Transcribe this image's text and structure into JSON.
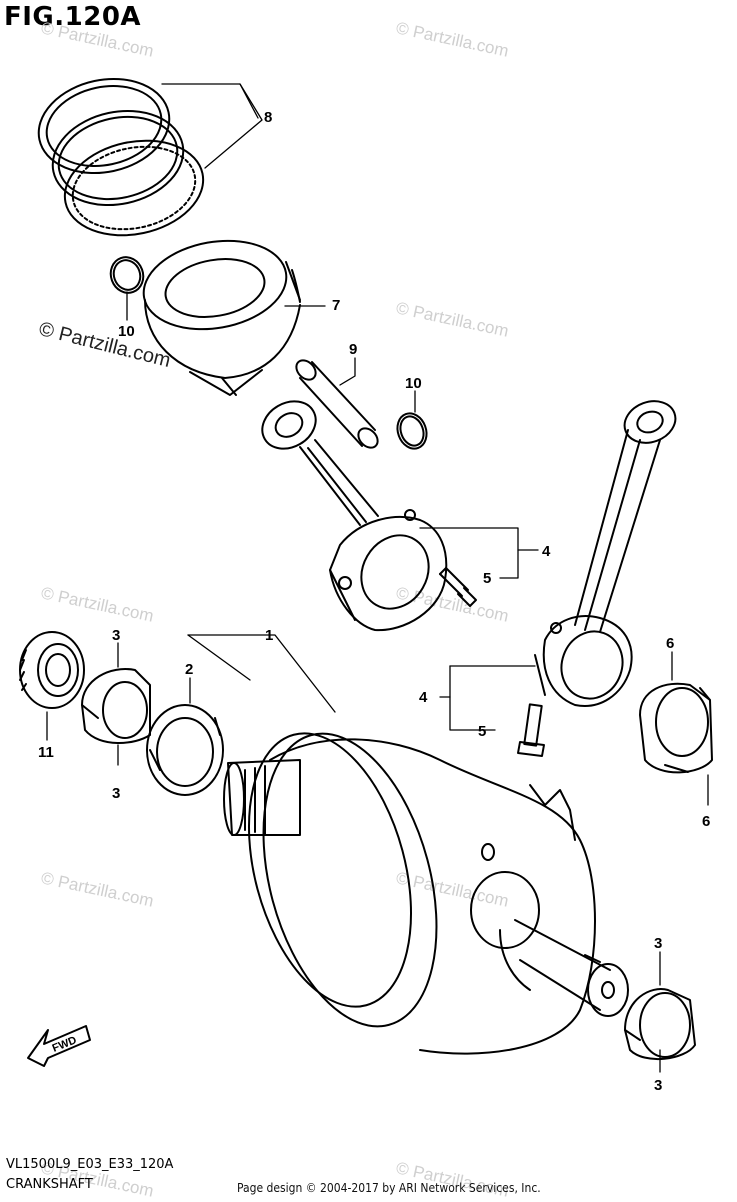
{
  "header": {
    "title": "FIG.120A"
  },
  "footer": {
    "diagram_code": "VL1500L9_E03_E33_120A",
    "subtitle": "CRANKSHAFT",
    "credit": "Page design © 2004-2017 by ARI Network Services, Inc."
  },
  "watermarks": {
    "light": "© Partzilla.com",
    "dark": "© Partzilla.com"
  },
  "direction_label": "FWD",
  "callouts": {
    "c1": "1",
    "c2": "2",
    "c3a": "3",
    "c3b": "3",
    "c3c": "3",
    "c3d": "3",
    "c4a": "4",
    "c4b": "4",
    "c5a": "5",
    "c5b": "5",
    "c6a": "6",
    "c6b": "6",
    "c7": "7",
    "c8": "8",
    "c9": "9",
    "c10a": "10",
    "c10b": "10",
    "c11": "11"
  }
}
